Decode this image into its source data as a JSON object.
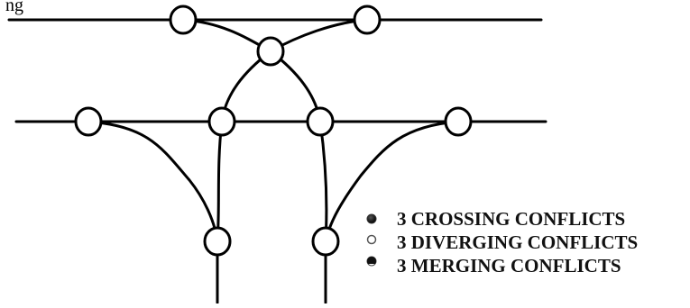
{
  "caption_fragment": "ng",
  "legend": {
    "items": [
      {
        "label": "3 CROSSING CONFLICTS",
        "marker": "filled-dot"
      },
      {
        "label": "3 DIVERGING CONFLICTS",
        "marker": "hollow-dot"
      },
      {
        "label": "3 MERGING CONFLICTS",
        "marker": "half-filled-dot"
      }
    ]
  },
  "colors": {
    "ink": "#000000",
    "background": "#ffffff"
  }
}
